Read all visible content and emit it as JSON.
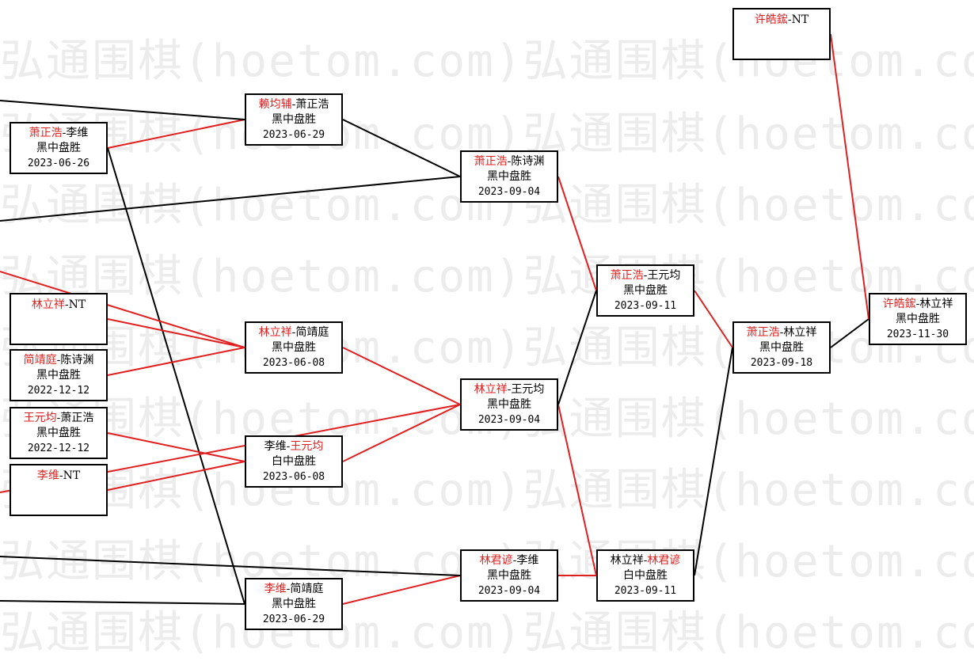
{
  "watermark": {
    "text": "弘通围棋(hoetom.com)弘通围棋(hoetom.com)"
  },
  "colors": {
    "win": "#e02020",
    "loss": "#000000"
  },
  "matches": [
    {
      "id": "m0",
      "p1": "萧正浩",
      "p2": "李维",
      "winner": 1,
      "result": "黑中盘胜",
      "date": "2023-06-26"
    },
    {
      "id": "m1",
      "p1": "林立祥",
      "p2": "NT",
      "winner": 1,
      "result": "",
      "date": ""
    },
    {
      "id": "m2",
      "p1": "简靖庭",
      "p2": "陈诗渊",
      "winner": 1,
      "result": "黑中盘胜",
      "date": "2022-12-12"
    },
    {
      "id": "m3",
      "p1": "王元均",
      "p2": "萧正浩",
      "winner": 1,
      "result": "黑中盘胜",
      "date": "2022-12-12"
    },
    {
      "id": "m4",
      "p1": "李维",
      "p2": "NT",
      "winner": 1,
      "result": "",
      "date": ""
    },
    {
      "id": "m5",
      "p1": "赖均辅",
      "p2": "萧正浩",
      "winner": 1,
      "result": "黑中盘胜",
      "date": "2023-06-29"
    },
    {
      "id": "m6",
      "p1": "林立祥",
      "p2": "简靖庭",
      "winner": 1,
      "result": "黑中盘胜",
      "date": "2023-06-08"
    },
    {
      "id": "m7",
      "p1": "李维",
      "p2": "王元均",
      "winner": 2,
      "result": "白中盘胜",
      "date": "2023-06-08"
    },
    {
      "id": "m8",
      "p1": "李维",
      "p2": "简靖庭",
      "winner": 1,
      "result": "黑中盘胜",
      "date": "2023-06-29"
    },
    {
      "id": "m9",
      "p1": "萧正浩",
      "p2": "陈诗渊",
      "winner": 1,
      "result": "黑中盘胜",
      "date": "2023-09-04"
    },
    {
      "id": "m10",
      "p1": "林立祥",
      "p2": "王元均",
      "winner": 1,
      "result": "黑中盘胜",
      "date": "2023-09-04"
    },
    {
      "id": "m11",
      "p1": "林君谚",
      "p2": "李维",
      "winner": 1,
      "result": "黑中盘胜",
      "date": "2023-09-04"
    },
    {
      "id": "m12",
      "p1": "萧正浩",
      "p2": "王元均",
      "winner": 1,
      "result": "黑中盘胜",
      "date": "2023-09-11"
    },
    {
      "id": "m13",
      "p1": "林立祥",
      "p2": "林君谚",
      "winner": 2,
      "result": "白中盘胜",
      "date": "2023-09-11"
    },
    {
      "id": "m14",
      "p1": "萧正浩",
      "p2": "林立祥",
      "winner": 1,
      "result": "黑中盘胜",
      "date": "2023-09-18"
    },
    {
      "id": "m15",
      "p1": "许皓鋐",
      "p2": "NT",
      "winner": 1,
      "result": "",
      "date": ""
    },
    {
      "id": "m16",
      "p1": "许皓鋐",
      "p2": "林立祥",
      "winner": 1,
      "result": "黑中盘胜",
      "date": "2023-11-30"
    }
  ],
  "links": [
    {
      "from": "m0",
      "to": "m5",
      "win": true
    },
    {
      "from": "m0",
      "to": "m8",
      "win": false
    },
    {
      "from": "m1",
      "to": "m6",
      "win": true
    },
    {
      "from": "m2",
      "to": "m6",
      "win": true
    },
    {
      "from": "m3",
      "to": "m7",
      "win": true
    },
    {
      "from": "m4",
      "to": "m7",
      "win": true
    },
    {
      "from": "m5",
      "to": "m9",
      "win": false
    },
    {
      "from": "m6",
      "to": "m10",
      "win": true
    },
    {
      "from": "m7",
      "to": "m10",
      "win": true
    },
    {
      "from": "m8",
      "to": "m11",
      "win": true
    },
    {
      "from": "m9",
      "to": "m12",
      "win": true
    },
    {
      "from": "m10",
      "to": "m12",
      "win": false
    },
    {
      "from": "m10",
      "to": "m13",
      "win": true
    },
    {
      "from": "m11",
      "to": "m13",
      "win": true
    },
    {
      "from": "m12",
      "to": "m14",
      "win": true
    },
    {
      "from": "m13",
      "to": "m14",
      "win": false
    },
    {
      "from": "m14",
      "to": "m16",
      "win": false
    },
    {
      "from": "m15",
      "to": "m16",
      "win": true
    }
  ],
  "offscreen_links": [
    {
      "to": "m5",
      "win": false
    },
    {
      "to": "m9",
      "win": false
    },
    {
      "to": "m6",
      "win": true
    },
    {
      "to": "m10",
      "win": true
    },
    {
      "to": "m11",
      "win": false
    },
    {
      "to": "m8",
      "win": false
    }
  ]
}
